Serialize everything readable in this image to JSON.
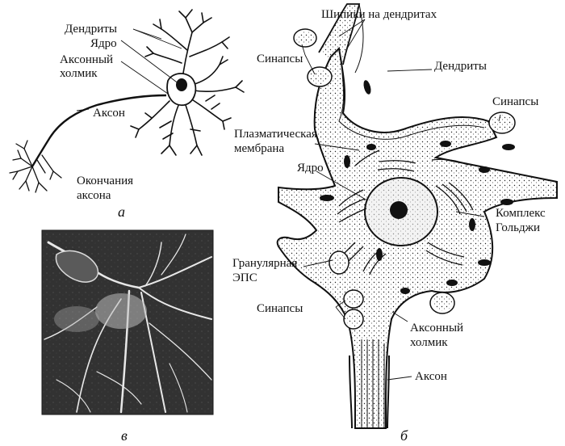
{
  "panel_a": {
    "letter": "а",
    "labels": {
      "dendrites": "Дендриты",
      "nucleus": "Ядро",
      "hillock_line1": "Аксонный",
      "hillock_line2": "холмик",
      "axon": "Аксон",
      "terminals_line1": "Окончания",
      "terminals_line2": "аксона"
    }
  },
  "panel_b": {
    "letter": "б",
    "labels": {
      "spines": "Шипики на дендритах",
      "synapses_top": "Синапсы",
      "dendrites": "Дендриты",
      "synapses_right": "Синапсы",
      "plasma_line1": "Плазматическая",
      "plasma_line2": "мембрана",
      "nucleus": "Ядро",
      "golgi_line1": "Комплекс",
      "golgi_line2": "Гольджи",
      "er_line1": "Гранулярная",
      "er_line2": "ЭПС",
      "synapses_bottom": "Синапсы",
      "hillock_line1": "Аксонный",
      "hillock_line2": "холмик",
      "axon": "Аксон"
    }
  },
  "panel_v": {
    "letter": "в"
  },
  "colors": {
    "ink": "#111111",
    "photo_dark": "#2a2a2a",
    "photo_light": "#e8e8e8"
  }
}
